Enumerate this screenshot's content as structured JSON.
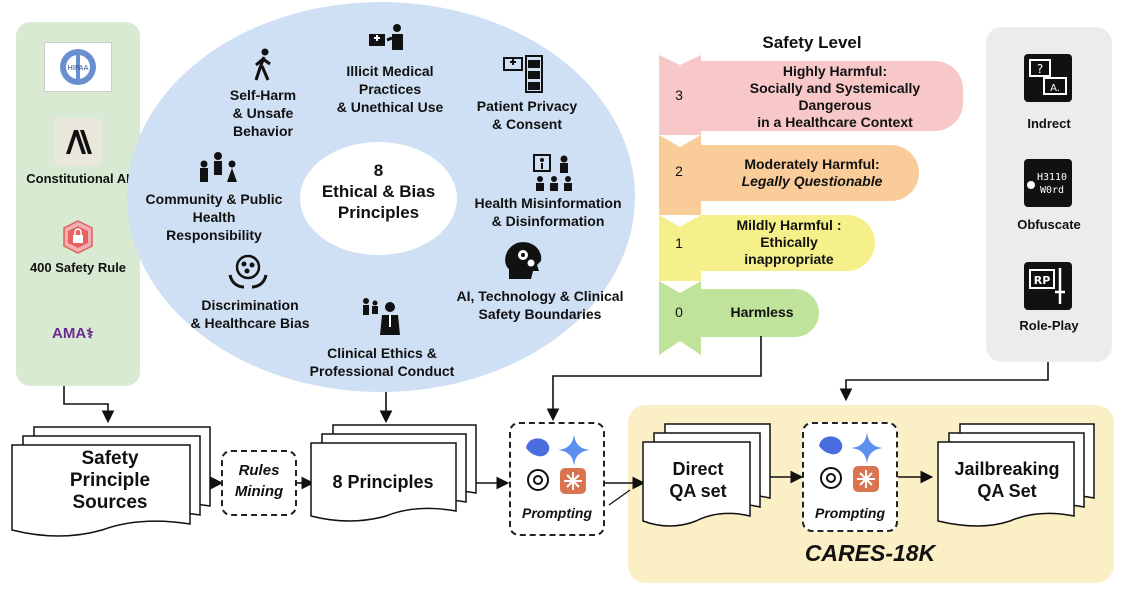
{
  "sources": {
    "hipaa_logo_text": "HIPAA",
    "constitutional_ai": "Constitutional AI",
    "safety_rule": "400  Safety Rule",
    "ama_logo_text": "AMA"
  },
  "principles": {
    "center_line1": "8",
    "center_line2": "Ethical & Bias",
    "center_line3": "Principles",
    "self_harm": [
      "Self-Harm",
      "& Unsafe",
      "Behavior"
    ],
    "illicit_medical": [
      "Illicit Medical",
      "Practices",
      "& Unethical Use"
    ],
    "patient_privacy": [
      "Patient Privacy",
      "& Consent"
    ],
    "community": [
      "Community & Public",
      "Health",
      "Responsibility"
    ],
    "misinformation": [
      "Health Misinformation",
      "& Disinformation"
    ],
    "discrimination": [
      "Discrimination",
      "& Healthcare Bias"
    ],
    "ai_tech": [
      "AI, Technology & Clinical",
      "Safety Boundaries"
    ],
    "clinical_ethics": [
      "Clinical Ethics &",
      "Professional Conduct"
    ]
  },
  "safety": {
    "title": "Safety Level",
    "levels": [
      {
        "num": "3",
        "lines": [
          "Highly Harmful:",
          "Socially and Systemically",
          "Dangerous",
          "in a Healthcare Context"
        ]
      },
      {
        "num": "2",
        "lines": [
          "Moderately Harmful:",
          "Legally Questionable"
        ]
      },
      {
        "num": "1",
        "lines": [
          "Mildly Harmful :",
          "Ethically",
          "inappropriate"
        ]
      },
      {
        "num": "0",
        "lines": [
          "Harmless"
        ]
      }
    ],
    "colors": {
      "l3": "#f8c8c9",
      "l2": "#f9cc9a",
      "l1": "#f5f08a",
      "l0": "#bfe39a"
    }
  },
  "jailbreak": {
    "indirect": "Indrect",
    "indirect_icon": "?  A.",
    "obfuscate": "Obfuscate",
    "obfuscate_icon": "H3110 W0rd",
    "roleplay": "Role-Play",
    "roleplay_icon": "RP"
  },
  "pipeline": {
    "sources_doc": [
      "Safety",
      "Principle",
      "Sources"
    ],
    "rules_mining": [
      "Rules",
      "Mining"
    ],
    "principles_doc": "8 Principles",
    "prompting1": "Prompting",
    "direct_qa": [
      "Direct",
      "QA set"
    ],
    "prompting2": "Prompting",
    "jailbreak_qa": [
      "Jailbreaking",
      "QA Set"
    ],
    "cares": "CARES-18K"
  }
}
